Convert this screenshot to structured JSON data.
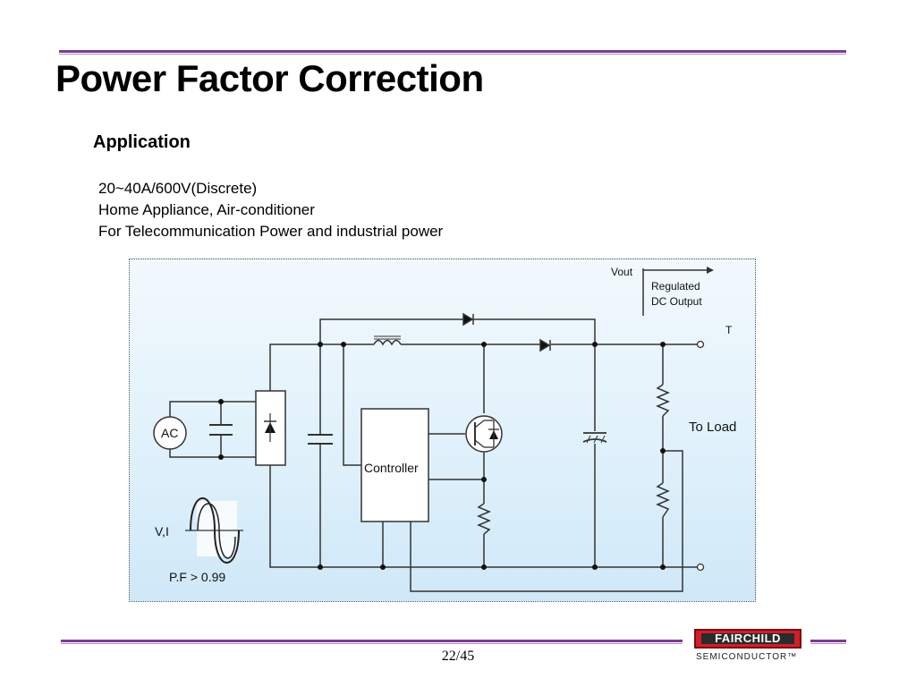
{
  "slide": {
    "title": "Power Factor Correction",
    "subtitle": "Application",
    "bullets": [
      "20~40A/600V(Discrete)",
      "Home Appliance, Air-conditioner",
      "For Telecommunication Power and industrial power"
    ],
    "page": "22/45"
  },
  "diagram": {
    "vout": "Vout",
    "regulated_line1": "Regulated",
    "regulated_line2": "DC Output",
    "t_label": "T",
    "to_load": "To Load",
    "ac": "AC",
    "controller": "Controller",
    "vi": "V,I",
    "pf": "P.F > 0.99"
  },
  "logo": {
    "brand": "FAIRCHILD",
    "sub": "SEMICONDUCTOR™"
  },
  "colors": {
    "accent_rule": "#7b3d8f",
    "logo_red": "#cf1f2a"
  }
}
